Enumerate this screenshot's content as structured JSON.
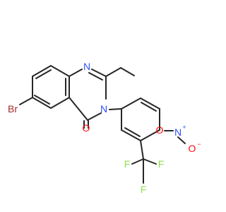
{
  "molecule": {
    "colors": {
      "bond": "#262626",
      "N": "#3050F8",
      "O": "#FF0D0D",
      "Br": "#A62929",
      "F": "#90E050",
      "charge_pos": "#3050F8",
      "charge_neg": "#FF0D0D"
    },
    "labels": {
      "br": "Br",
      "n1": "N",
      "n3": "N",
      "o_carbonyl": "O",
      "n_nitro": "N",
      "o_nitro_left": "O",
      "o_nitro_right": "O",
      "f_left": "F",
      "f_right": "F",
      "f_bottom": "F",
      "plus": "+",
      "minus": "−"
    }
  }
}
